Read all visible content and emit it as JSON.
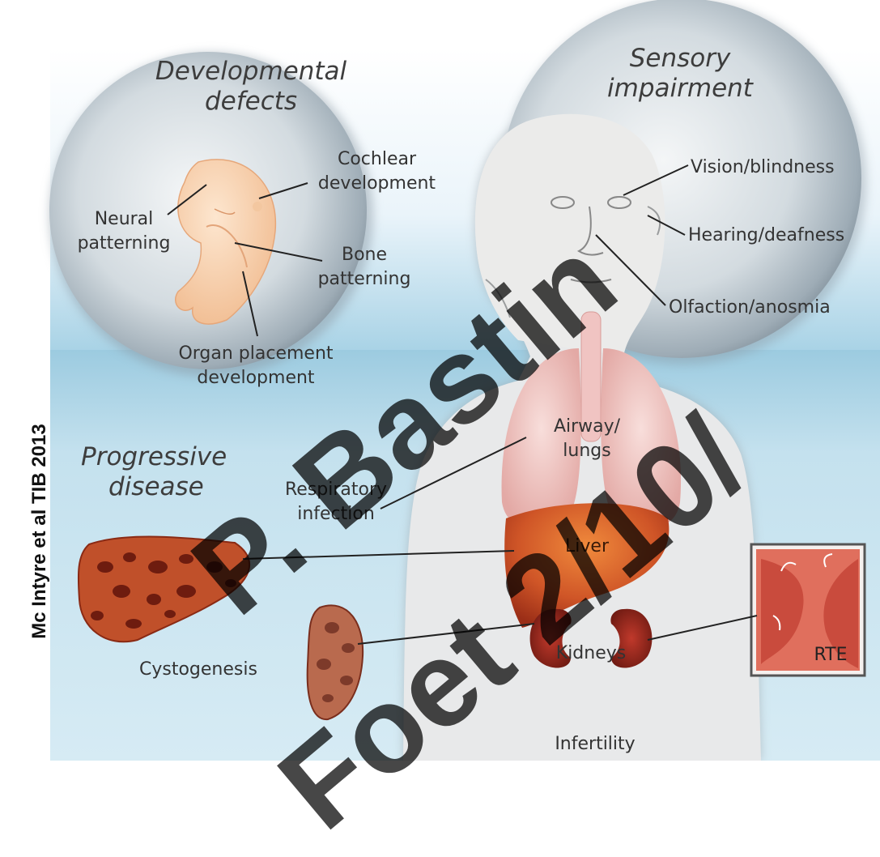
{
  "headings": {
    "developmental": [
      "Developmental",
      "defects"
    ],
    "sensory": [
      "Sensory",
      "impairment"
    ],
    "progressive": [
      "Progressive",
      "disease"
    ]
  },
  "labels": {
    "neural_patterning": [
      "Neural",
      "patterning"
    ],
    "cochlear_development": [
      "Cochlear",
      "development"
    ],
    "bone_patterning": [
      "Bone",
      "patterning"
    ],
    "organ_placement": [
      "Organ placement",
      "development"
    ],
    "vision": "Vision/blindness",
    "hearing": "Hearing/deafness",
    "olfaction": "Olfaction/anosmia",
    "airway": [
      "Airway/",
      "lungs"
    ],
    "respiratory": [
      "Respiratory",
      "infection"
    ],
    "liver": "Liver",
    "kidneys": "Kidneys",
    "cystogenesis": "Cystogenesis",
    "infertility": "Infertility",
    "rte": "RTE"
  },
  "credit": "Mc Intyre et al TIB 2013",
  "watermark": {
    "line1": "P. Bastin",
    "line2": "Foet 2/10/"
  },
  "colors": {
    "water": "#cfe7f2",
    "sky": "#e6f2f8",
    "bubble": "#b9c6cf",
    "body": "#e7e8e8",
    "liver": "#c9522a",
    "lungs": "#f1c9c6"
  }
}
